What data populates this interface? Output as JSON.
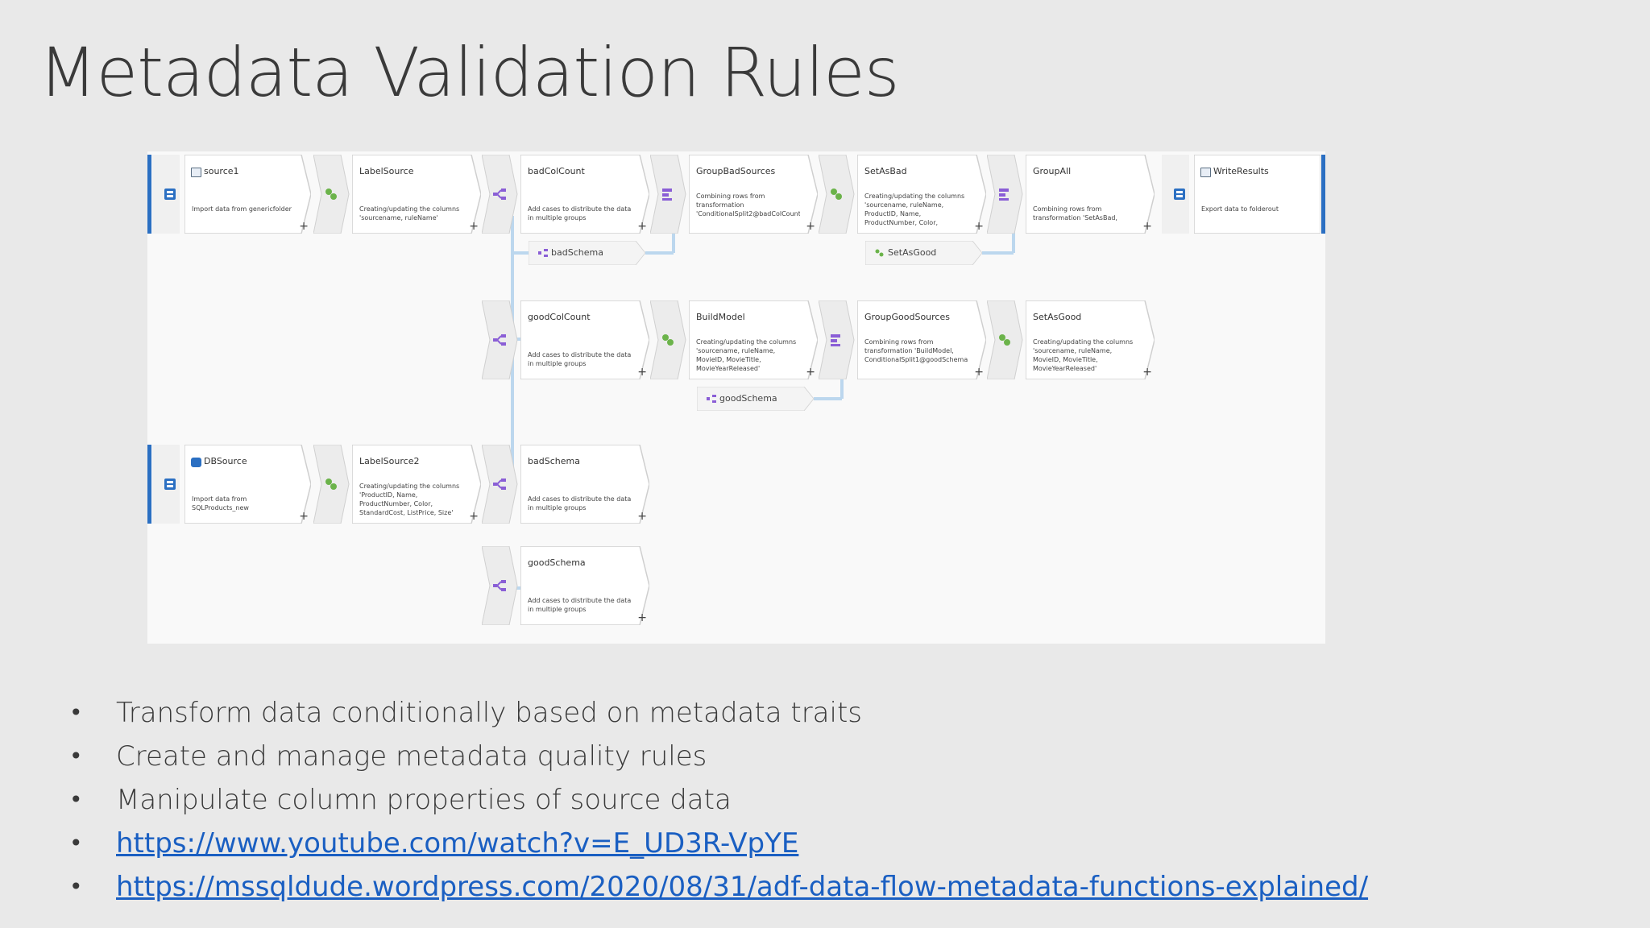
{
  "slide": {
    "title": "Metadata Validation Rules"
  },
  "colors": {
    "background": "#e9e9e9",
    "canvas": "#f9f9f9",
    "accent_blue": "#2b6fc2",
    "link_blue": "#1a5fc2",
    "connector": "#bcd7ee",
    "icon_green": "#6bb34a",
    "icon_purple": "#8a5ed6"
  },
  "flow": {
    "nodes": [
      {
        "id": "source1",
        "title": "source1",
        "desc": "Import data from genericfolder",
        "icon": "source-icon"
      },
      {
        "id": "labelsource",
        "title": "LabelSource",
        "desc": "Creating/updating the columns 'sourcename, ruleName'",
        "icon": "derived-column-icon"
      },
      {
        "id": "badcolcount",
        "title": "badColCount",
        "desc": "Add cases to distribute the data in multiple groups",
        "icon": "conditional-split-icon"
      },
      {
        "id": "groupbadsources",
        "title": "GroupBadSources",
        "desc": "Combining rows from transformation 'ConditionalSplit2@badColCount'",
        "icon": "union-icon"
      },
      {
        "id": "setasbad",
        "title": "SetAsBad",
        "desc": "Creating/updating the columns 'sourcename, ruleName, ProductID, Name, ProductNumber, Color, StandardCost'",
        "icon": "derived-column-icon"
      },
      {
        "id": "groupall",
        "title": "GroupAll",
        "desc": "Combining rows from transformation 'SetAsBad, SetAsGood'",
        "icon": "union-icon"
      },
      {
        "id": "writeresults",
        "title": "WriteResults",
        "desc": "Export data to folderout",
        "icon": "sink-icon"
      },
      {
        "id": "goodcolcount",
        "title": "goodColCount",
        "desc": "Add cases to distribute the data in multiple groups",
        "icon": "conditional-split-icon"
      },
      {
        "id": "buildmodel",
        "title": "BuildModel",
        "desc": "Creating/updating the columns 'sourcename, ruleName, MovieID, MovieTitle, MovieYearReleased'",
        "icon": "derived-column-icon"
      },
      {
        "id": "groupgoodsources",
        "title": "GroupGoodSources",
        "desc": "Combining rows from transformation 'BuildModel, ConditionalSplit1@goodSchema'",
        "icon": "union-icon"
      },
      {
        "id": "setasgood",
        "title": "SetAsGood",
        "desc": "Creating/updating the columns 'sourcename, ruleName, MovieID, MovieTitle, MovieYearReleased'",
        "icon": "derived-column-icon"
      },
      {
        "id": "dbsource",
        "title": "DBSource",
        "desc": "Import data from SQLProducts_new",
        "icon": "database-icon"
      },
      {
        "id": "labelsource2",
        "title": "LabelSource2",
        "desc": "Creating/updating the columns 'ProductID, Name, ProductNumber, Color, StandardCost, ListPrice, Size'",
        "icon": "derived-column-icon"
      },
      {
        "id": "badschema",
        "title": "badSchema",
        "desc": "Add cases to distribute the data in multiple groups",
        "icon": "conditional-split-icon"
      },
      {
        "id": "goodschema",
        "title": "goodSchema",
        "desc": "Add cases to distribute the data in multiple groups",
        "icon": "conditional-split-icon"
      }
    ],
    "refs": [
      {
        "id": "ref-badschema",
        "label": "badSchema"
      },
      {
        "id": "ref-setasgood",
        "label": "SetAsGood"
      },
      {
        "id": "ref-goodschema",
        "label": "goodSchema"
      }
    ],
    "plus": "+"
  },
  "bullets": [
    {
      "text": "Transform data conditionally based on metadata traits",
      "is_link": false
    },
    {
      "text": "Create and manage metadata quality rules",
      "is_link": false
    },
    {
      "text": "Manipulate column properties of source data",
      "is_link": false
    },
    {
      "text": "https://www.youtube.com/watch?v=E_UD3R-VpYE",
      "is_link": true
    },
    {
      "text": "https://mssqldude.wordpress.com/2020/08/31/adf-data-flow-metadata-functions-explained/",
      "is_link": true
    }
  ]
}
